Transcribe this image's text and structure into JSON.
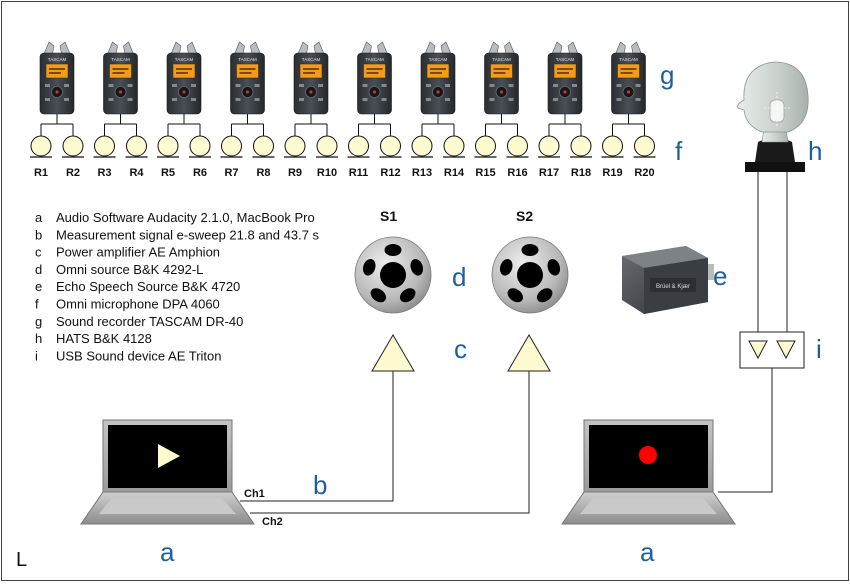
{
  "recorders": {
    "count": 10,
    "brand": "TASCAM",
    "label": "g"
  },
  "microphones": {
    "label": "f",
    "ids": [
      "R1",
      "R2",
      "R3",
      "R4",
      "R5",
      "R6",
      "R7",
      "R8",
      "R9",
      "R10",
      "R11",
      "R12",
      "R13",
      "R14",
      "R15",
      "R16",
      "R17",
      "R18",
      "R19",
      "R20"
    ]
  },
  "hats": {
    "label": "h"
  },
  "legend": [
    {
      "key": "a",
      "text": "Audio Software Audacity 2.1.0, MacBook Pro"
    },
    {
      "key": "b",
      "text": "Measurement signal e-sweep 21.8 and 43.7 s"
    },
    {
      "key": "c",
      "text": "Power amplifier AE Amphion"
    },
    {
      "key": "d",
      "text": "Omni source B&K 4292-L"
    },
    {
      "key": "e",
      "text": "Echo Speech Source B&K 4720"
    },
    {
      "key": "f",
      "text": "Omni microphone DPA 4060"
    },
    {
      "key": "g",
      "text": "Sound recorder TASCAM DR-40"
    },
    {
      "key": "h",
      "text": "HATS B&K 4128"
    },
    {
      "key": "i",
      "text": "USB Sound device AE Triton"
    }
  ],
  "sources": {
    "s1": "S1",
    "s2": "S2",
    "d_label": "d",
    "c_label": "c",
    "e_label": "e",
    "e_device_text": "Brüel & Kjær"
  },
  "triton": {
    "label": "i"
  },
  "laptops": {
    "left_label": "a",
    "right_label": "a",
    "ch1": "Ch1",
    "ch2": "Ch2",
    "b_label": "b"
  },
  "corner_label": "L",
  "colors": {
    "letter": "#1f5f99",
    "mic": "#fffbd0",
    "triangle": "#fffbd0",
    "record_dot": "#ff0000",
    "play_icon": "#fffbd0",
    "screen": "#000000"
  }
}
